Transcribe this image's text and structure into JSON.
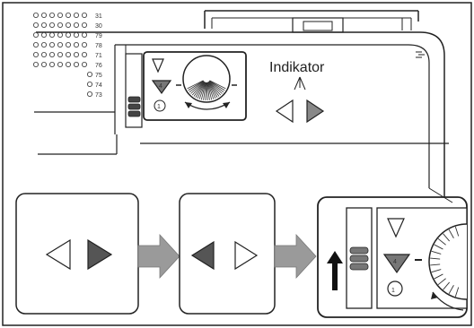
{
  "indicator_label": "Indikator",
  "panel_numbers": [
    "31",
    "30",
    "79",
    "78",
    "71",
    "76",
    "75",
    "74",
    "73"
  ],
  "dial_circle_label": "1",
  "dial_mark_label": "4",
  "detail_circle_label": "1",
  "detail_mark_label": "4",
  "colors": {
    "line": "#1a1a1a",
    "fill_dark": "#555555",
    "fill_mid": "#888888",
    "arrow_fill": "#9a9a9a",
    "background": "#ffffff"
  },
  "steps": [
    {
      "left": "outline",
      "right": "filled"
    },
    {
      "left": "filled",
      "right": "outline"
    }
  ]
}
